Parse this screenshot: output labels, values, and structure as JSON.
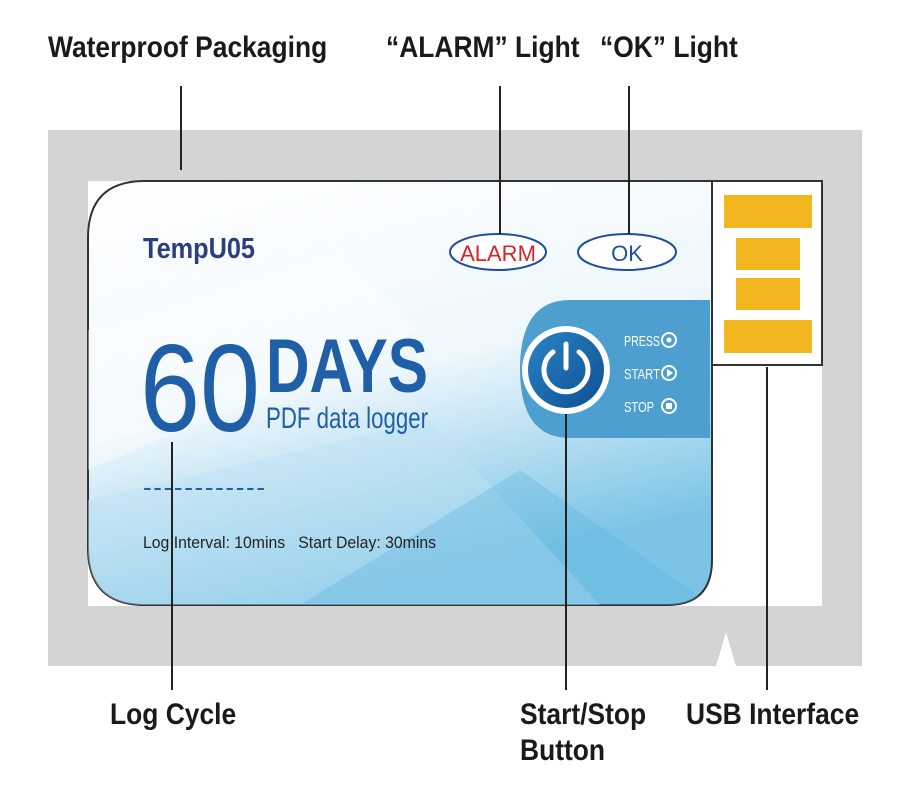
{
  "labels": {
    "waterproof_packaging": "Waterproof Packaging",
    "alarm_light": "“ALARM” Light",
    "ok_light": "“OK” Light",
    "log_cycle": "Log Cycle",
    "start_stop_button_line1": "Start/Stop",
    "start_stop_button_line2": "Button",
    "usb_interface": "USB Interface"
  },
  "device": {
    "model": "TempU05",
    "days_number": "60",
    "days_word": "DAYS",
    "subtitle": "PDF data logger",
    "dashes": "------------",
    "settings": "Log Interval: 10mins   Start Delay: 30mins",
    "alarm_badge": "ALARM",
    "ok_badge": "OK",
    "button_press": "PRESS",
    "button_start": "START",
    "button_stop": "STOP"
  },
  "colors": {
    "packaging_gray": "#d4d4d4",
    "brand_blue": "#1f5fa8",
    "model_text": "#2c3f7a",
    "alarm_red": "#d8232a",
    "ok_blue": "#1f4f9c",
    "button_panel": "#4d9fcf",
    "usb_gold": "#f2b61e"
  }
}
